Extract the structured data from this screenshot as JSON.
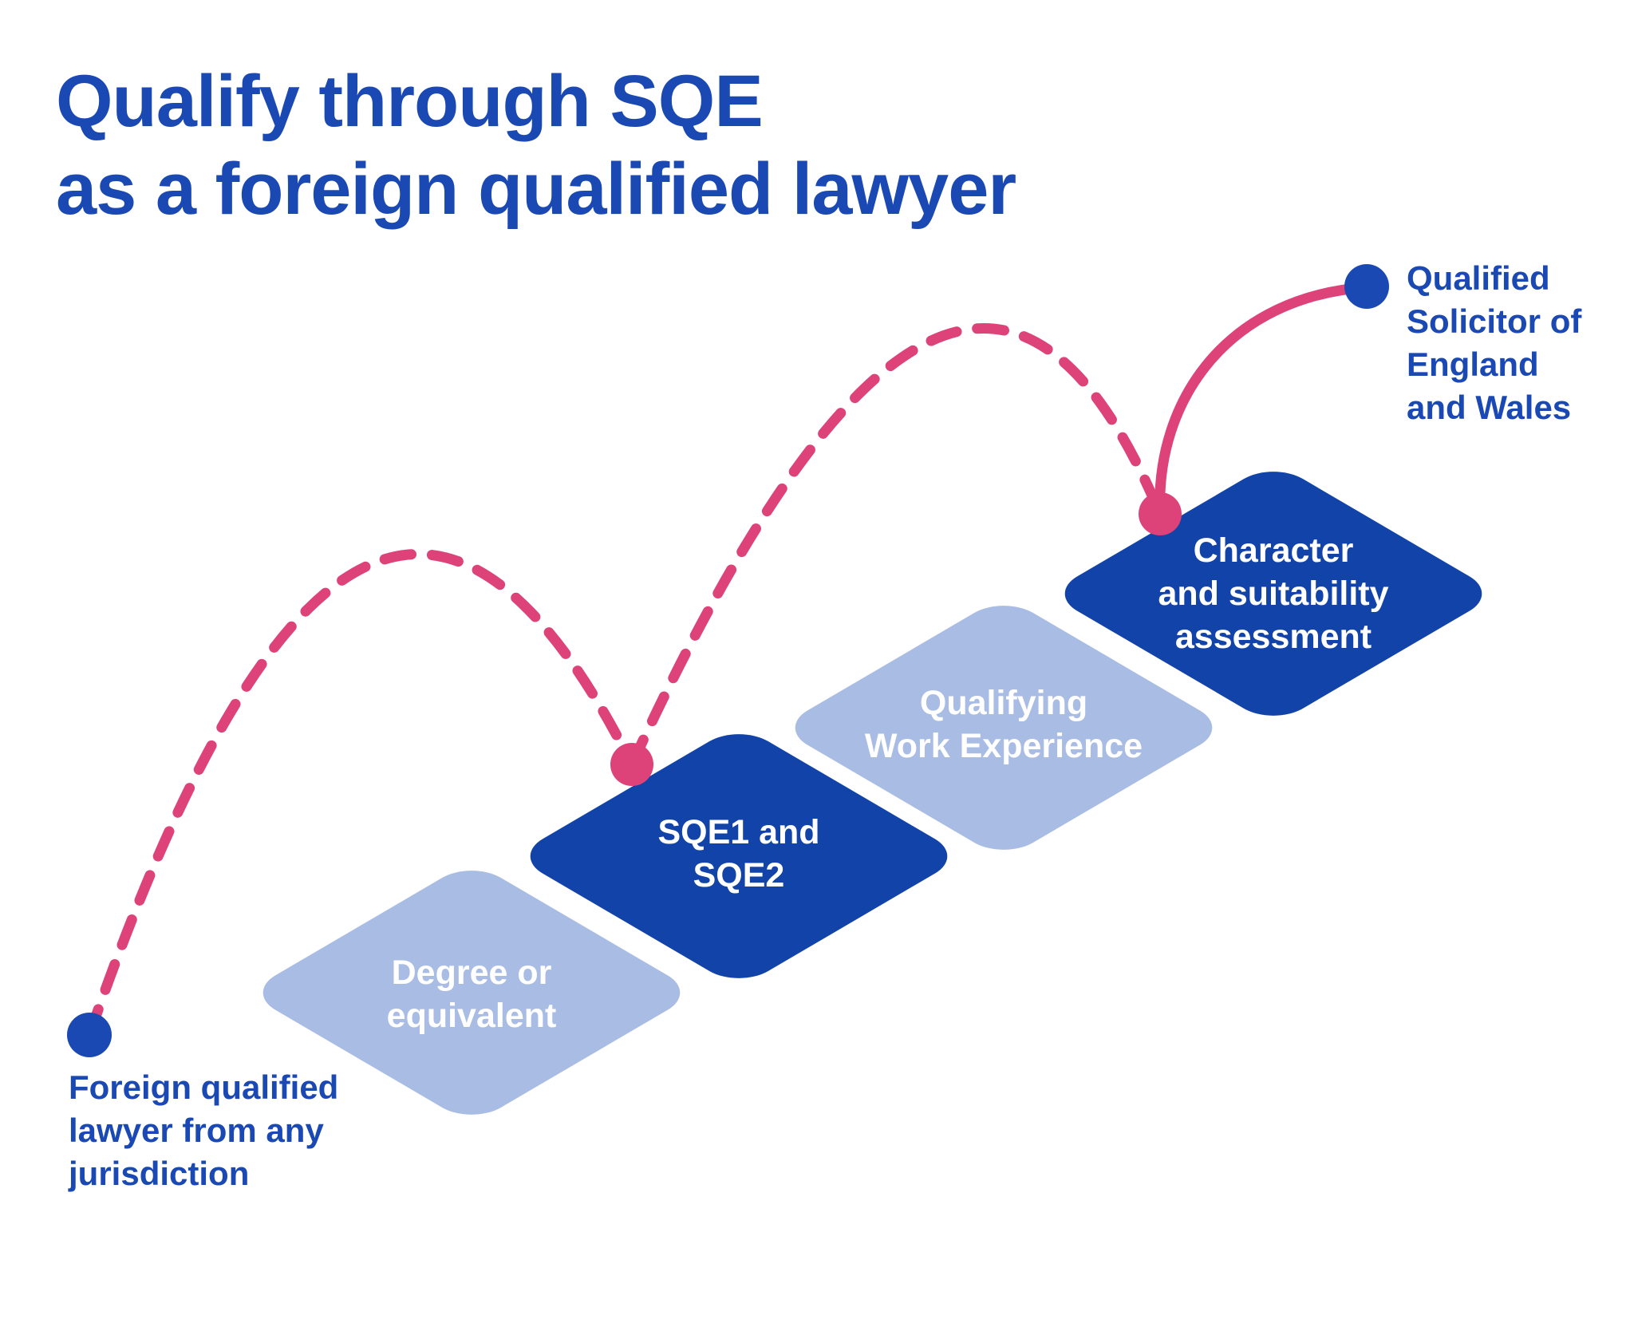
{
  "title": "Qualify through SQE\nas a foreign qualified lawyer",
  "colors": {
    "background": "#FFFFFF",
    "blue": "#1B49B4",
    "dark_diamond": "#1243A8",
    "light_diamond": "#A9BCE4",
    "pink": "#DD4379",
    "step_text": "#FFFFFF"
  },
  "start": {
    "label": "Foreign qualified\nlawyer from any\njurisdiction"
  },
  "end": {
    "label": "Qualified\nSolicitor of\nEngland\nand Wales"
  },
  "steps": [
    {
      "id": "degree",
      "label": "Degree or\nequivalent",
      "variant": "light"
    },
    {
      "id": "sqe",
      "label": "SQE1 and\nSQE2",
      "variant": "dark"
    },
    {
      "id": "qwe",
      "label": "Qualifying\nWork Experience",
      "variant": "light"
    },
    {
      "id": "character",
      "label": "Character\nand suitability\nassessment",
      "variant": "dark"
    }
  ]
}
